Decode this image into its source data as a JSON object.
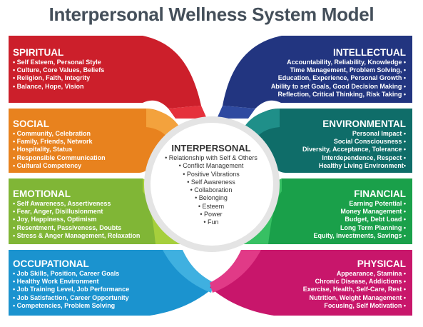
{
  "title": "Interpersonal Wellness System Model",
  "center": {
    "title": "INTERPERSONAL",
    "items": [
      "• Relationship with Self & Others",
      "• Conflict Management",
      "• Positive Vibrations",
      "• Self Awareness",
      "• Collaboration",
      "• Belonging",
      "• Esteem",
      "• Power",
      "• Fun"
    ]
  },
  "panels": [
    {
      "key": "spiritual",
      "title": "SPIRITUAL",
      "color": "#cc1f2b",
      "items": [
        "• Self Esteem, Personal Style",
        "• Culture, Core Values, Beliefs",
        "• Religion, Faith, Integrity",
        "• Balance, Hope, Vision"
      ]
    },
    {
      "key": "social",
      "title": "SOCIAL",
      "color": "#e8821e",
      "items": [
        "• Community, Celebration",
        "• Family, Friends, Network",
        "• Hospitality, Status",
        "• Responsible Communication",
        "• Cultural Competency"
      ]
    },
    {
      "key": "emotional",
      "title": "EMOTIONAL",
      "color": "#80b636",
      "items": [
        "• Self Awareness, Assertiveness",
        "• Fear, Anger, Disillusionment",
        "• Joy, Happiness, Optimism",
        "• Resentment, Passiveness, Doubts",
        "• Stress & Anger Management, Relaxation"
      ]
    },
    {
      "key": "occupational",
      "title": "OCCUPATIONAL",
      "color": "#1b93cf",
      "items": [
        "• Job Skills, Position, Career Goals",
        "• Healthy Work Environment",
        "• Job Training Level, Job Performance",
        "• Job Satisfaction, Career Opportunity",
        "• Competencies, Problem Solving"
      ]
    },
    {
      "key": "intellectual",
      "title": "INTELLECTUAL",
      "color": "#223580",
      "items": [
        "Accountability, Reliability, Knowledge •",
        "Time Management, Problem Solving, •",
        "Education, Experience, Personal Growth •",
        "Ability to set Goals, Good Decision Making •",
        "Reflection, Critical Thinking, Risk Taking •"
      ]
    },
    {
      "key": "environmental",
      "title": "ENVIRONMENTAL",
      "color": "#0f6d69",
      "items": [
        "Personal Impact •",
        "Social Consciousness •",
        "Diversity, Acceptance, Tolerance •",
        "Interdependence, Respect •",
        "Healthy Living Environment•"
      ]
    },
    {
      "key": "financial",
      "title": "FINANCIAL",
      "color": "#1aa04a",
      "items": [
        "Earning Potential •",
        "Money Management •",
        "Budget, Debt Load •",
        "Long Term Planning •",
        "Equity, Investments, Savings •"
      ]
    },
    {
      "key": "physical",
      "title": "PHYSICAL",
      "color": "#c8166b",
      "items": [
        "Appearance, Stamina •",
        "Chronic Disease, Addictions •",
        "Exercise, Health, Self-Care, Rest •",
        "Nutrition, Weight Management •",
        "Focusing, Self Motivation •"
      ]
    }
  ]
}
